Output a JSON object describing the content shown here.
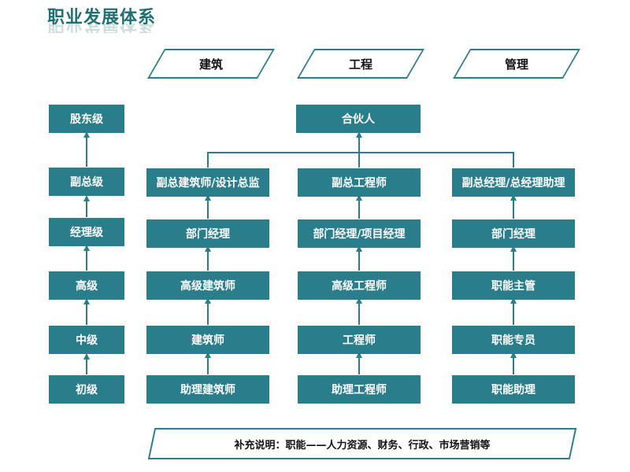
{
  "title": "职业发展体系",
  "colors": {
    "box": "#2a7e8b",
    "line": "#2a7e8b",
    "title": "#1f6f73"
  },
  "categories": [
    "建筑",
    "工程",
    "管理"
  ],
  "left_column": [
    "股东级",
    "副总级",
    "经理级",
    "高级",
    "中级",
    "初级"
  ],
  "top": "合伙人",
  "architecture": [
    "副总建筑师/设计总监",
    "部门经理",
    "高级建筑师",
    "建筑师",
    "助理建筑师"
  ],
  "engineering": [
    "副总工程师",
    "部门经理/项目经理",
    "高级工程师",
    "工程师",
    "助理工程师"
  ],
  "management": [
    "副总经理/总经理助理",
    "部门经理",
    "职能主管",
    "职能专员",
    "职能助理"
  ],
  "note": "补充说明：职能——人力资源、财务、行政、市场营销等"
}
